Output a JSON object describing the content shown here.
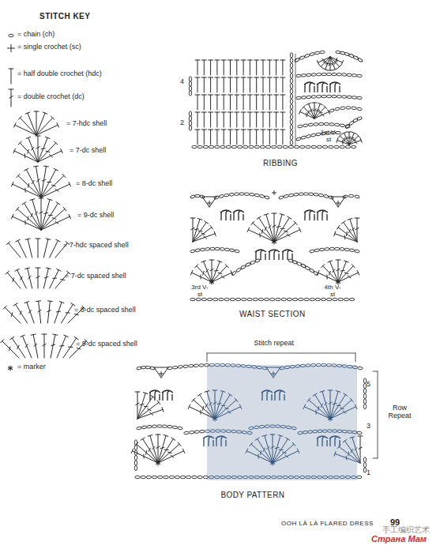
{
  "diagram": {
    "title": "STITCH KEY",
    "labels": [
      "RIBBING",
      "4",
      "2",
      "1st V-st",
      "WAIST SECTION",
      "3rd V-st",
      "4th V-st",
      "Stitch repeat",
      "Row Repeat",
      "5",
      "3",
      "1",
      "BODY PATTERN",
      "OOH LÀ LÀ FLARED DRESS",
      "99",
      "手工编织艺术",
      "Страна Мам"
    ],
    "legend": [
      {
        "text": "= chain (ch)"
      },
      {
        "text": "= single crochet (sc)"
      },
      {
        "text": "= half double crochet (hdc)"
      },
      {
        "text": "= double crochet (dc)"
      },
      {
        "text": "= 7-hdc shell"
      },
      {
        "text": "= 7-dc shell"
      },
      {
        "text": "= 8-dc shell"
      },
      {
        "text": "= 9-dc shell"
      },
      {
        "text": "= 7-hdc spaced shell"
      },
      {
        "text": "= 7-dc spaced shell"
      },
      {
        "text": "= 8-dc spaced shell"
      },
      {
        "text": "= 9-dc spaced shell"
      },
      {
        "text": "= marker"
      }
    ]
  }
}
